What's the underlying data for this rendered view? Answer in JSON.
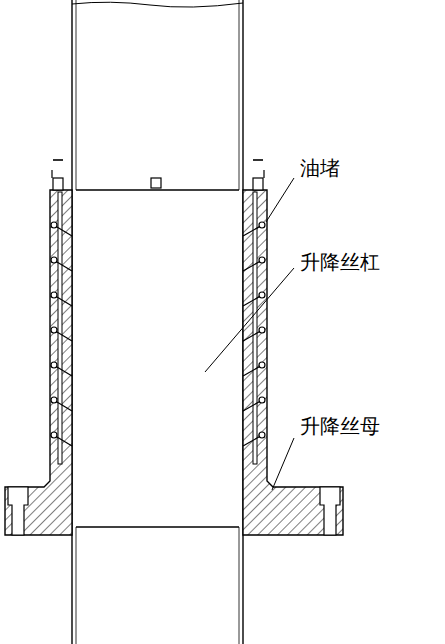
{
  "diagram": {
    "labels": [
      "油堵",
      "升降丝杠",
      "升降丝母"
    ]
  }
}
